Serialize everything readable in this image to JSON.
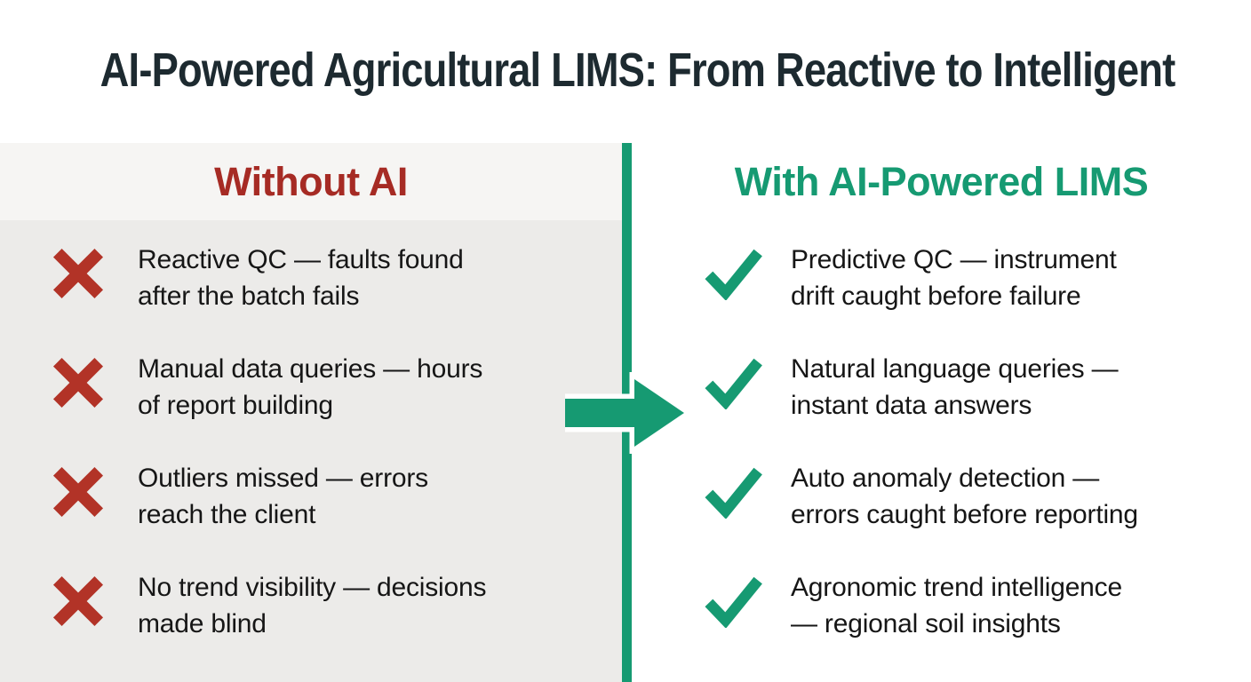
{
  "title": "AI-Powered Agricultural LIMS: From Reactive to Intelligent",
  "columns": {
    "left": {
      "header": "Without AI",
      "icon": "x-icon",
      "items": [
        {
          "line1": "Reactive QC — faults found",
          "line2": "after the batch fails"
        },
        {
          "line1": "Manual data queries — hours",
          "line2": "of report building"
        },
        {
          "line1": "Outliers missed — errors",
          "line2": "reach the client"
        },
        {
          "line1": "No trend visibility — decisions",
          "line2": "made blind"
        }
      ]
    },
    "right": {
      "header": "With AI-Powered LIMS",
      "icon": "check-icon",
      "items": [
        {
          "line1": "Predictive QC — instrument",
          "line2": "drift caught before failure"
        },
        {
          "line1": "Natural language queries —",
          "line2": "instant data answers"
        },
        {
          "line1": "Auto anomaly detection —",
          "line2": "errors caught before reporting"
        },
        {
          "line1": "Agronomic trend intelligence",
          "line2": "— regional soil insights"
        }
      ]
    }
  },
  "divider_icon": "arrow-right-icon",
  "colors": {
    "green": "#169a72",
    "red_x": "#b23327",
    "red_header": "#a62b24",
    "title": "#1d2a30",
    "text": "#161616",
    "left_panel_bg": "#ecebe9",
    "left_header_band_bg": "#f6f5f3",
    "right_panel_bg": "#ffffff"
  }
}
